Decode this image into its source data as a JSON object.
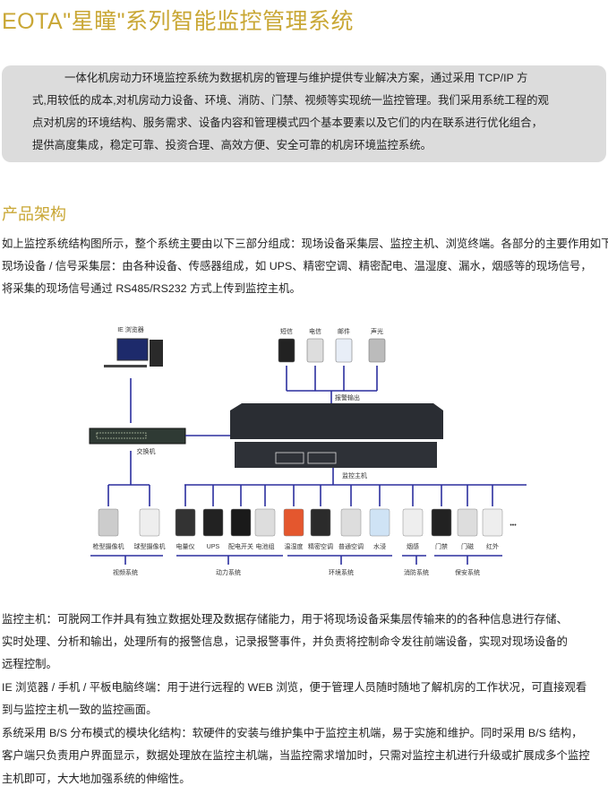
{
  "title": "EOTA\"星瞳\"系列智能监控管理系统",
  "intro_lines": [
    "一体化机房动力环境监控系统为数据机房的管理与维护提供专业解决方案，通过采用 TCP/IP 方",
    "式,用较低的成本,对机房动力设备、环境、消防、门禁、视频等实现统一监控管理。我们采用系统工程的观",
    "点对机房的环境结构、服务需求、设备内容和管理模式四个基本要素以及它们的内在联系进行优化组合，",
    "提供高度集成，稳定可靠、投资合理、高效方便、安全可靠的机房环境监控系统。"
  ],
  "section_title": "产品架构",
  "arch_lines": [
    "如上监控系统结构图所示，整个系统主要由以下三部分组成：现场设备采集层、监控主机、浏览终端。各部分的主要作用如下：",
    "现场设备 / 信号采集层：由各种设备、传感器组成，如 UPS、精密空调、精密配电、温湿度、漏水，烟感等的现场信号，",
    "将采集的现场信号通过 RS485/RS232 方式上传到监控主机。"
  ],
  "diagram": {
    "browser": "IE 浏览器",
    "switch": "交换机",
    "host": "监控主机",
    "alarm_output": "报警输出",
    "alarm_devices": [
      "短信",
      "电信",
      "邮件",
      "声光"
    ],
    "devices": [
      "枪型摄像机",
      "球型摄像机",
      "电量仪",
      "UPS",
      "配电开关",
      "电池组",
      "温湿度",
      "精密空调",
      "普通空调",
      "水浸",
      "烟感",
      "门禁",
      "门磁",
      "红外"
    ],
    "groups": [
      "视频系统",
      "动力系统",
      "环境系统",
      "消防系统",
      "保安系统"
    ],
    "more": "•••",
    "line_color": "#2b2f9e"
  },
  "bottom_lines": [
    "监控主机：可脱网工作并具有独立数据处理及数据存储能力，用于将现场设备采集层传输来的的各种信息进行存储、",
    "实时处理、分析和输出，处理所有的报警信息，记录报警事件，并负责将控制命令发往前端设备，实现对现场设备的",
    "远程控制。",
    "IE 浏览器 / 手机 / 平板电脑终端：用于进行远程的 WEB 浏览，便于管理人员随时随地了解机房的工作状况，可直接观看",
    "到与监控主机一致的监控画面。",
    "系统采用 B/S 分布模式的模块化结构：软硬件的安装与维护集中于监控主机端，易于实施和维护。同时采用 B/S 结构，",
    "客户端只负责用户界面显示，数据处理放在监控主机端，当监控需求增加时，只需对监控主机进行升级或扩展成多个监控",
    "主机即可，大大地加强系统的伸缩性。"
  ]
}
